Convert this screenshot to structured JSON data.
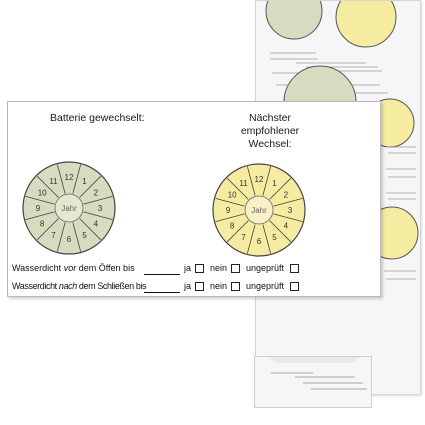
{
  "card": {
    "left_heading": "Batterie gewechselt:",
    "right_heading": "Nächster empfohlener Wechsel:",
    "row1": {
      "label_prefix": "Wasserdicht ",
      "label_italic": "vor",
      "label_suffix": " dem Öffen bis",
      "ja": "ja",
      "nein": "nein",
      "ungeprueft": "ungeprüft"
    },
    "row2": {
      "label_prefix": "Wasserdicht ",
      "label_italic": "nach",
      "label_suffix": " dem Schließen bis",
      "ja": "ja",
      "nein": "nein",
      "ungeprueft": "ungeprüft"
    }
  },
  "stickers": {
    "left": {
      "center": "Jahr",
      "numbers": [
        "12",
        "1",
        "2",
        "3",
        "4",
        "5",
        "6",
        "7",
        "8",
        "9",
        "10",
        "11"
      ],
      "color": "#d6dcbf"
    },
    "right": {
      "center": "Jahr",
      "numbers": [
        "12",
        "1",
        "2",
        "3",
        "4",
        "5",
        "6",
        "7",
        "8",
        "9",
        "10",
        "11"
      ],
      "color": "#f5eba1"
    }
  },
  "colors": {
    "paper": "#f6f6f6",
    "border": "#b9b9b9",
    "green": "#d6dcbf",
    "yellow": "#f5eba1"
  }
}
